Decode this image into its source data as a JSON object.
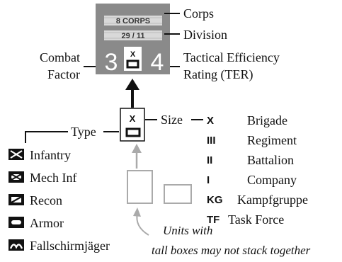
{
  "counter": {
    "corps": "8 CORPS",
    "division": "29 / 11",
    "combat_factor": "3",
    "ter": "4",
    "size_symbol": "X",
    "counter_color": "#8a8a8a"
  },
  "callouts": {
    "corps": "Corps",
    "division": "Division",
    "combat_line1": "Combat",
    "combat_line2": "Factor",
    "ter_line1": "Tactical Efficiency",
    "ter_line2": "Rating (TER)",
    "size": "Size",
    "type": "Type"
  },
  "sizes": [
    {
      "symbol": "X",
      "label": "Brigade"
    },
    {
      "symbol": "III",
      "label": "Regiment"
    },
    {
      "symbol": "II",
      "label": "Battalion"
    },
    {
      "symbol": "I",
      "label": "Company"
    },
    {
      "symbol": "KG",
      "label": "Kampfgruppe"
    },
    {
      "symbol": "TF",
      "label": "Task Force"
    }
  ],
  "types": [
    {
      "icon": "infantry-icon",
      "label": "Infantry"
    },
    {
      "icon": "mech-inf-icon",
      "label": "Mech Inf"
    },
    {
      "icon": "recon-icon",
      "label": "Recon"
    },
    {
      "icon": "armor-icon",
      "label": "Armor"
    },
    {
      "icon": "fallschirmjager-icon",
      "label": "Fallschirmjäger"
    }
  ],
  "note": {
    "line1": "Units with",
    "line2": "tall boxes may not stack together"
  }
}
